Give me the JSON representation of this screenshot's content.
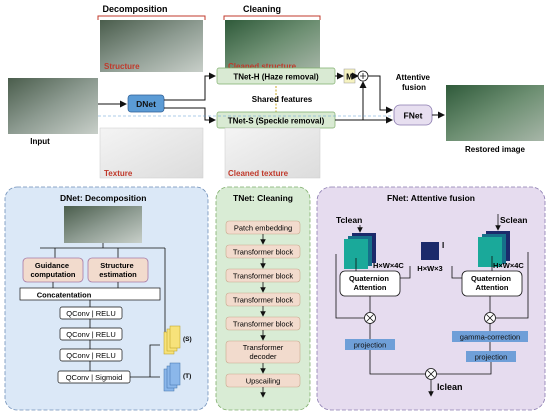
{
  "top": {
    "decomposition_label": "Decomposition",
    "cleaning_label": "Cleaning",
    "input_label": "Input",
    "restored_label": "Restored image",
    "structure_label": "Structure",
    "cleaned_structure_label": "Cleaned structure",
    "texture_label": "Texture",
    "cleaned_texture_label": "Cleaned texture",
    "dnet_label": "DNet",
    "tnet_h_label": "TNet-H (Haze removal)",
    "tnet_s_label": "TNet-S (Speckle removal)",
    "shared_label": "Shared features",
    "m_label": "M",
    "attentive_fusion_label": "Attentive\nfusion",
    "fnet_label": "FNet"
  },
  "dnet_panel": {
    "title": "DNet: Decomposition",
    "guidance_label": "Guidance\ncomputation",
    "structure_est_label": "Structure\nestimation",
    "concat_label": "Concatentation",
    "qconv_relu_label": "QConv | RELU",
    "qconv_sigmoid_label": "QConv | Sigmoid",
    "s_tag": "(S)",
    "t_tag": "(T)"
  },
  "tnet_panel": {
    "title": "TNet: Cleaning",
    "blocks": [
      "Patch embedding",
      "Transformer block",
      "Transformer block",
      "Transformer block",
      "Transformer block",
      "Transformer\ndecoder",
      "Upscailing"
    ]
  },
  "fnet_panel": {
    "title": "FNet: Attentive fusion",
    "tclean_label": "Tclean",
    "sclean_label": "Sclean",
    "i_label": "I",
    "hw4c_left": "H×W×4C",
    "hw3": "H×W×3",
    "hw4c_right": "H×W×4C",
    "qa_label": "Quaternion\nAttention",
    "projection_label": "projection",
    "gamma_label": "gamma-correction",
    "iclean_label": "Iclean"
  },
  "colors": {
    "dnet_blue": "#5b9bd5",
    "tnet_green": "#d9ead3",
    "red_text": "#c0392b",
    "dnet_panel_bg": "#dbe8f7",
    "tnet_panel_bg": "#d9ecd5",
    "fnet_panel_bg": "#e6dcef",
    "block_fill": "#f2dbcd",
    "cube_teal": "#1aa99a",
    "cube_navy": "#1b2a6b",
    "proj_blue": "#6f9fd8"
  }
}
